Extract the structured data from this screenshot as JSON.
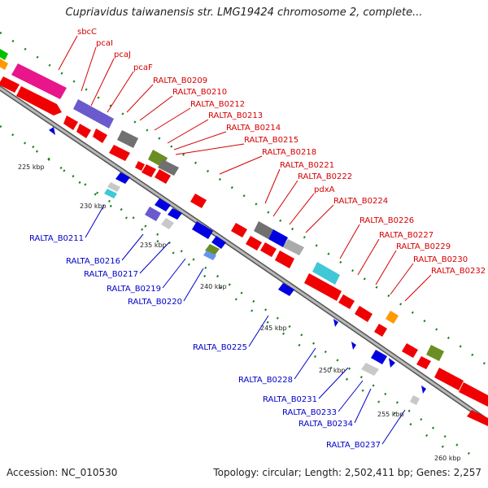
{
  "title": "Cupriavidus taiwanensis str. LMG19424 chromosome 2, complete...",
  "footer": {
    "accession": "Accession: NC_010530",
    "summary": "Topology: circular; Length: 2,502,411 bp; Genes: 2,257"
  },
  "top_labels": [
    "sbcC",
    "pcaI",
    "pcaJ",
    "pcaF",
    "RALTA_B0209",
    "RALTA_B0210",
    "RALTA_B0212",
    "RALTA_B0213",
    "RALTA_B0214",
    "RALTA_B0215",
    "RALTA_B0218",
    "RALTA_B0221",
    "RALTA_B0222",
    "pdxA",
    "RALTA_B0224",
    "RALTA_B0226",
    "RALTA_B0227",
    "RALTA_B0229",
    "RALTA_B0230",
    "RALTA_B0232"
  ],
  "bottom_labels": [
    "RALTA_B0211",
    "RALTA_B0216",
    "RALTA_B0217",
    "RALTA_B0219",
    "RALTA_B0220",
    "RALTA_B0225",
    "RALTA_B0228",
    "RALTA_B0231",
    "RALTA_B0233",
    "RALTA_B0234",
    "RALTA_B0237"
  ],
  "ticks": [
    "225 kbp",
    "230 kbp",
    "235 kbp",
    "240 kbp",
    "245 kbp",
    "250 kbp",
    "255 kbp",
    "260 kbp"
  ],
  "colors": {
    "forward_label": "#d40000",
    "reverse_label": "#0000c8",
    "backbone": "#7f7f7f",
    "tick": "#1a7f1a"
  }
}
